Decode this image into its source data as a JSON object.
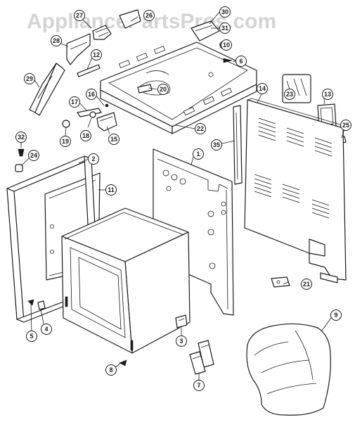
{
  "watermark": "AppliancePartsPros.com",
  "callouts": {
    "c1": "1",
    "c2": "2",
    "c3": "3",
    "c4": "4",
    "c5": "5",
    "c6": "6",
    "c7": "7",
    "c8": "8",
    "c9": "9",
    "c10": "10",
    "c11": "11",
    "c12": "12",
    "c13": "13",
    "c14": "14",
    "c15": "15",
    "c16": "16",
    "c17": "17",
    "c18": "18",
    "c19": "19",
    "c20": "20",
    "c21": "21",
    "c22": "22",
    "c23": "23",
    "c24": "24",
    "c25": "25",
    "c26": "26",
    "c27": "27",
    "c28": "28",
    "c29": "29",
    "c30": "30",
    "c31": "31",
    "c32": "32",
    "c35": "35"
  }
}
